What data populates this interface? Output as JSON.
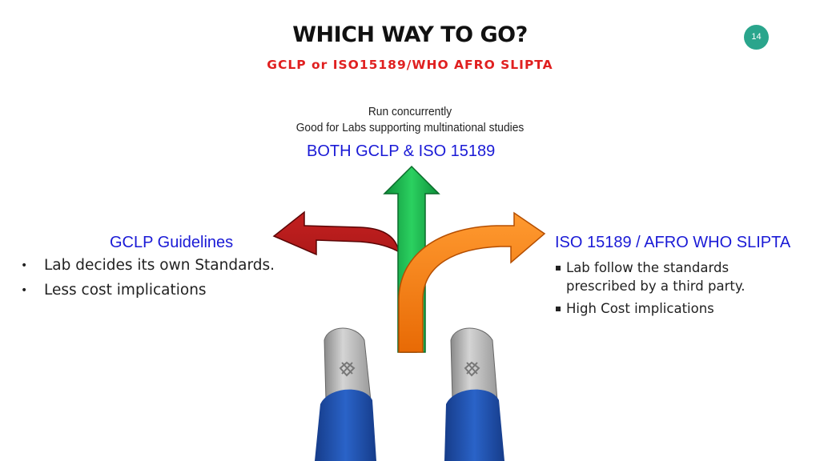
{
  "header": {
    "title": "WHICH WAY TO GO?",
    "subtitle": "GCLP or ISO15189/WHO AFRO SLIPTA",
    "slide_number": "14"
  },
  "center": {
    "note_line_1": "Run concurrently",
    "note_line_2": "Good for Labs supporting multinational studies",
    "heading": "BOTH GCLP & ISO 15189"
  },
  "left": {
    "heading": "GCLP Guidelines",
    "bullets": [
      "Lab decides its own Standards.",
      "Less cost implications"
    ]
  },
  "right": {
    "heading": "ISO 15189 /  AFRO WHO SLIPTA",
    "bullets": [
      "Lab follow the standards",
      "prescribed by a third party.",
      "High Cost implications"
    ]
  },
  "colors": {
    "title": "#111111",
    "subtitle": "#e02020",
    "heading_blue": "#1a1ad6",
    "badge": "#2aa58c",
    "arrow_left": "#a01010",
    "arrow_up": "#1bb34a",
    "arrow_right": "#f07a10",
    "shoe": "#b8b8b8",
    "pants": "#1f4fae"
  },
  "icons": [
    "left-arrow-icon",
    "up-arrow-icon",
    "right-arrow-icon",
    "feet-icon"
  ]
}
